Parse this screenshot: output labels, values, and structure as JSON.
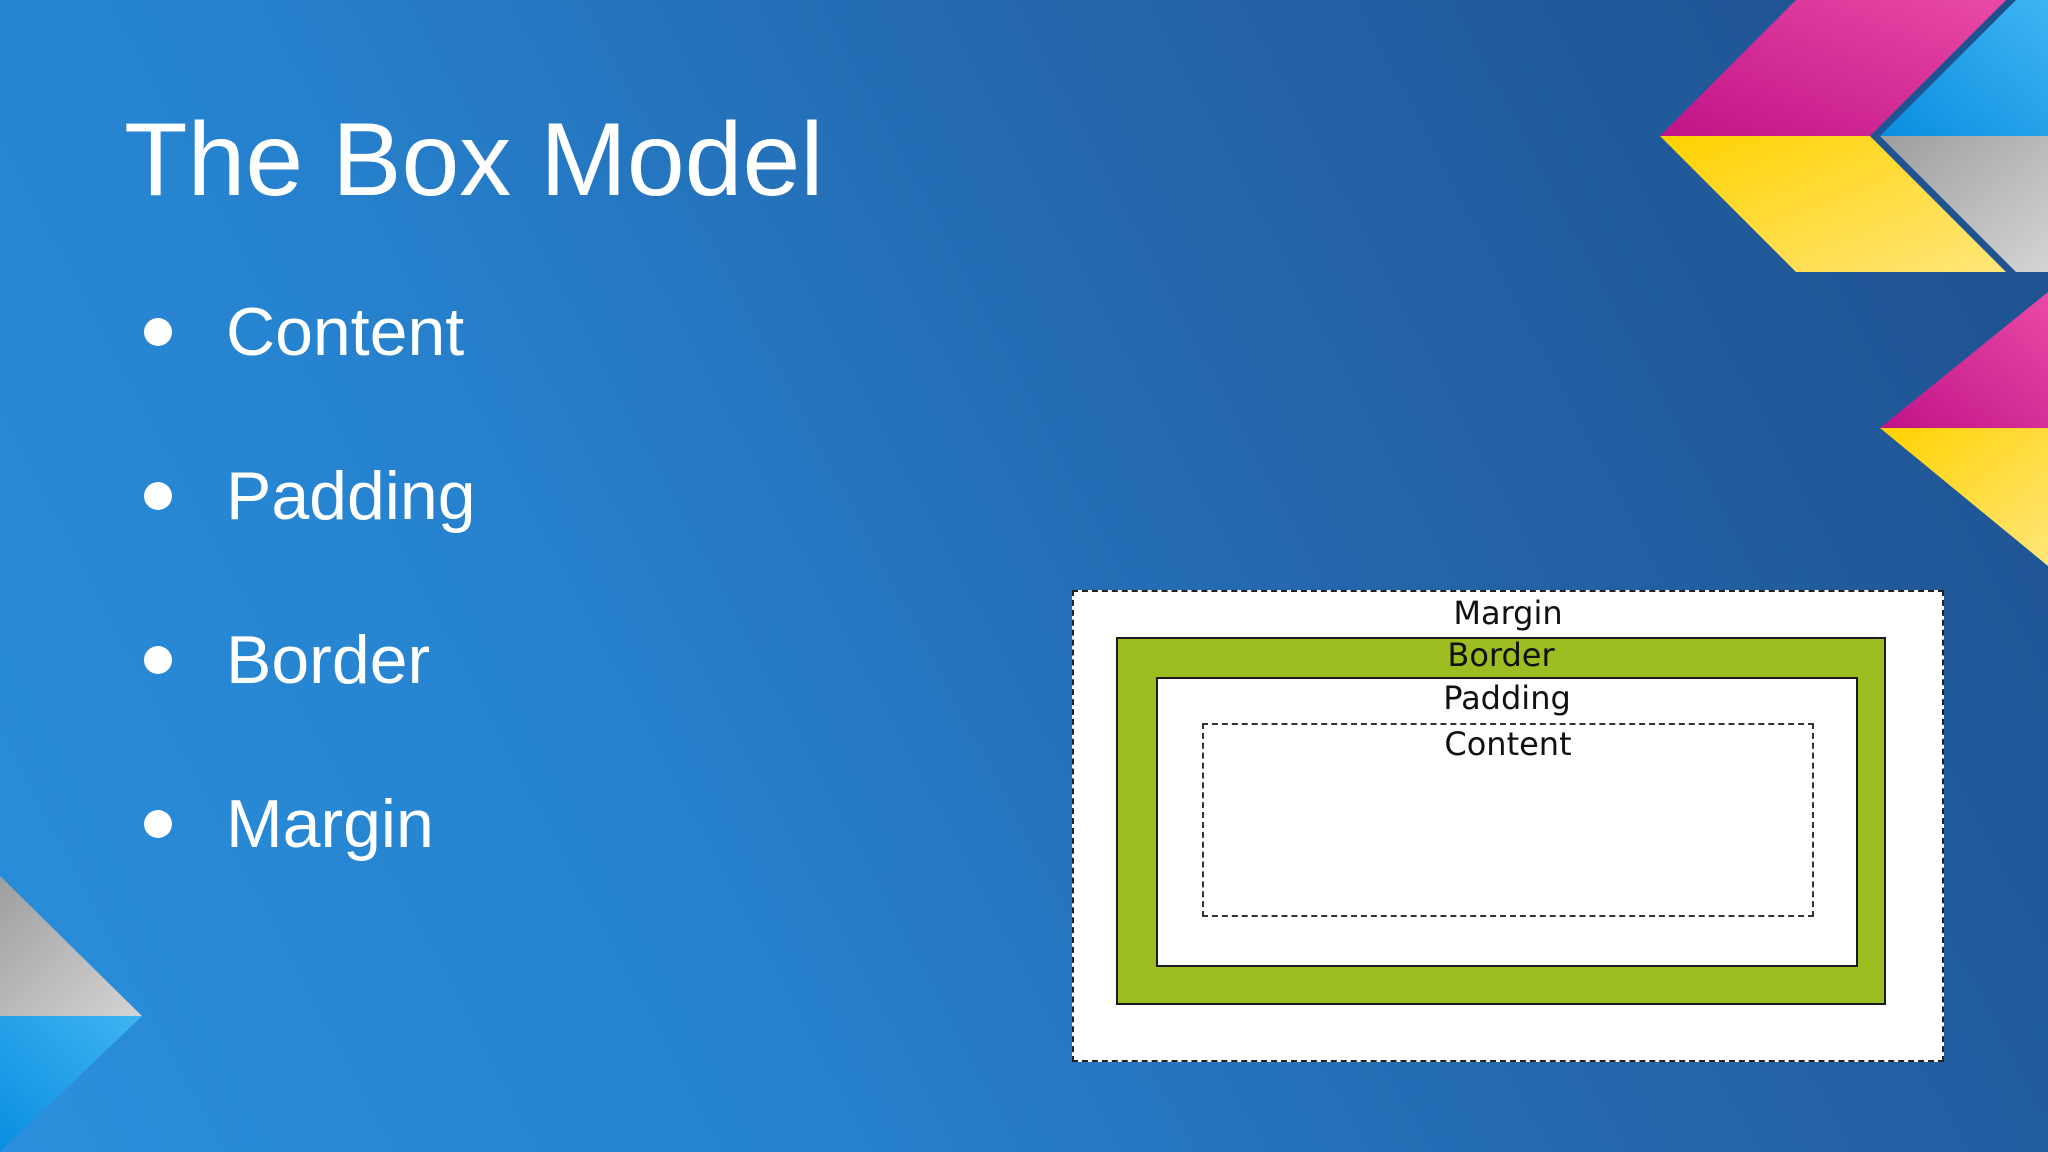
{
  "slide": {
    "title": "The Box Model",
    "bullets": [
      {
        "label": "Content"
      },
      {
        "label": "Padding"
      },
      {
        "label": "Border"
      },
      {
        "label": "Margin"
      }
    ]
  },
  "diagram": {
    "margin_label": "Margin",
    "border_label": "Border",
    "padding_label": "Padding",
    "content_label": "Content"
  },
  "colors": {
    "background_start": "#2a8fdc",
    "background_end": "#1e4f8c",
    "accent_magenta": "#d0208e",
    "accent_yellow": "#ffd400",
    "accent_blue": "#1a9be6",
    "accent_gray": "#b3b3b3",
    "border_green": "#9dbe22",
    "text_white": "#ffffff"
  }
}
